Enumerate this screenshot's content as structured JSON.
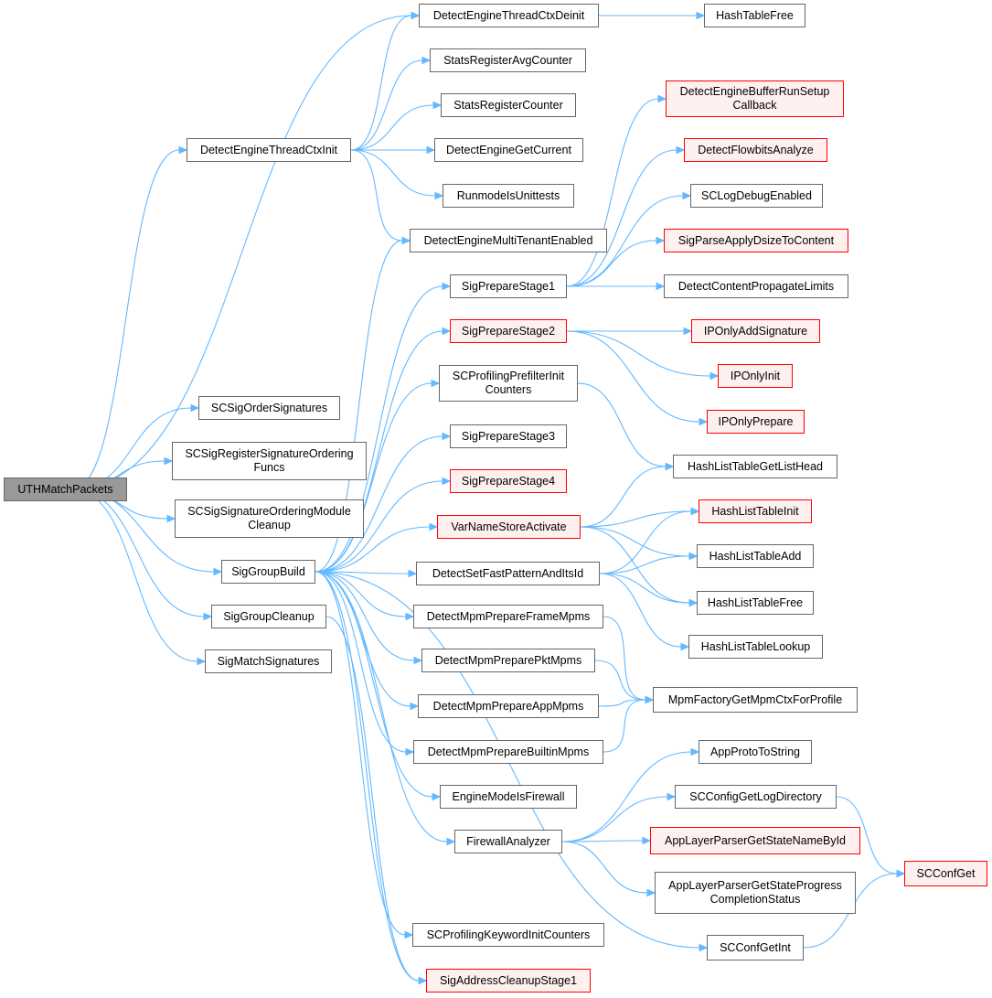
{
  "nodes": [
    {
      "id": "root",
      "label": "UTHMatchPackets",
      "style": "root"
    },
    {
      "id": "dectd",
      "label": "DetectEngineThreadCtxDeinit",
      "style": "normal"
    },
    {
      "id": "htfree",
      "label": "HashTableFree",
      "style": "normal"
    },
    {
      "id": "statsavg",
      "label": "StatsRegisterAvgCounter",
      "style": "normal"
    },
    {
      "id": "bufrun",
      "label": "DetectEngineBufferRunSetup\nCallback",
      "style": "red"
    },
    {
      "id": "statsreg",
      "label": "StatsRegisterCounter",
      "style": "normal"
    },
    {
      "id": "dectinit",
      "label": "DetectEngineThreadCtxInit",
      "style": "normal"
    },
    {
      "id": "getcur",
      "label": "DetectEngineGetCurrent",
      "style": "normal"
    },
    {
      "id": "flowbits",
      "label": "DetectFlowbitsAnalyze",
      "style": "red"
    },
    {
      "id": "rununit",
      "label": "RunmodeIsUnittests",
      "style": "normal"
    },
    {
      "id": "scdebug",
      "label": "SCLogDebugEnabled",
      "style": "normal"
    },
    {
      "id": "multiten",
      "label": "DetectEngineMultiTenantEnabled",
      "style": "normal"
    },
    {
      "id": "dsize",
      "label": "SigParseApplyDsizeToContent",
      "style": "red"
    },
    {
      "id": "stage1",
      "label": "SigPrepareStage1",
      "style": "normal"
    },
    {
      "id": "contprop",
      "label": "DetectContentPropagateLimits",
      "style": "normal"
    },
    {
      "id": "stage2",
      "label": "SigPrepareStage2",
      "style": "red"
    },
    {
      "id": "ipadd",
      "label": "IPOnlyAddSignature",
      "style": "red"
    },
    {
      "id": "ipinit",
      "label": "IPOnlyInit",
      "style": "red"
    },
    {
      "id": "prefilt",
      "label": "SCProfilingPrefilterInit\nCounters",
      "style": "normal"
    },
    {
      "id": "sigorder",
      "label": "SCSigOrderSignatures",
      "style": "normal"
    },
    {
      "id": "ipprep",
      "label": "IPOnlyPrepare",
      "style": "red"
    },
    {
      "id": "stage3",
      "label": "SigPrepareStage3",
      "style": "normal"
    },
    {
      "id": "sigregord",
      "label": "SCSigRegisterSignatureOrdering\nFuncs",
      "style": "normal"
    },
    {
      "id": "hlgethead",
      "label": "HashListTableGetListHead",
      "style": "normal"
    },
    {
      "id": "stage4",
      "label": "SigPrepareStage4",
      "style": "red"
    },
    {
      "id": "sigordclean",
      "label": "SCSigSignatureOrderingModule\nCleanup",
      "style": "normal"
    },
    {
      "id": "hlinit",
      "label": "HashListTableInit",
      "style": "red"
    },
    {
      "id": "varname",
      "label": "VarNameStoreActivate",
      "style": "red"
    },
    {
      "id": "hladd",
      "label": "HashListTableAdd",
      "style": "normal"
    },
    {
      "id": "siggb",
      "label": "SigGroupBuild",
      "style": "normal"
    },
    {
      "id": "fastpat",
      "label": "DetectSetFastPatternAndItsId",
      "style": "normal"
    },
    {
      "id": "hlfree",
      "label": "HashListTableFree",
      "style": "normal"
    },
    {
      "id": "sigclean",
      "label": "SigGroupCleanup",
      "style": "normal"
    },
    {
      "id": "mpmframe",
      "label": "DetectMpmPrepareFrameMpms",
      "style": "normal"
    },
    {
      "id": "hllookup",
      "label": "HashListTableLookup",
      "style": "normal"
    },
    {
      "id": "sigmatch",
      "label": "SigMatchSignatures",
      "style": "normal"
    },
    {
      "id": "mpmpkt",
      "label": "DetectMpmPreparePktMpms",
      "style": "normal"
    },
    {
      "id": "mpmapp",
      "label": "DetectMpmPrepareAppMpms",
      "style": "normal"
    },
    {
      "id": "mpmfact",
      "label": "MpmFactoryGetMpmCtxForProfile",
      "style": "normal"
    },
    {
      "id": "mpmbuilt",
      "label": "DetectMpmPrepareBuiltinMpms",
      "style": "normal"
    },
    {
      "id": "approto",
      "label": "AppProtoToString",
      "style": "normal"
    },
    {
      "id": "firewall",
      "label": "EngineModeIsFirewall",
      "style": "normal"
    },
    {
      "id": "logdir",
      "label": "SCConfigGetLogDirectory",
      "style": "normal"
    },
    {
      "id": "fwanal",
      "label": "FirewallAnalyzer",
      "style": "normal"
    },
    {
      "id": "statename",
      "label": "AppLayerParserGetStateNameById",
      "style": "red"
    },
    {
      "id": "confget",
      "label": "SCConfGet",
      "style": "red"
    },
    {
      "id": "stateprog",
      "label": "AppLayerParserGetStateProgress\nCompletionStatus",
      "style": "normal"
    },
    {
      "id": "kwinit",
      "label": "SCProfilingKeywordInitCounters",
      "style": "normal"
    },
    {
      "id": "confgetint",
      "label": "SCConfGetInt",
      "style": "normal"
    },
    {
      "id": "addrclean",
      "label": "SigAddressCleanupStage1",
      "style": "red"
    }
  ],
  "edges": [
    [
      "root",
      "dectd"
    ],
    [
      "root",
      "dectinit"
    ],
    [
      "root",
      "sigorder"
    ],
    [
      "root",
      "sigregord"
    ],
    [
      "root",
      "sigordclean"
    ],
    [
      "root",
      "siggb"
    ],
    [
      "root",
      "sigclean"
    ],
    [
      "root",
      "sigmatch"
    ],
    [
      "dectd",
      "htfree"
    ],
    [
      "dectinit",
      "dectd"
    ],
    [
      "dectinit",
      "statsavg"
    ],
    [
      "dectinit",
      "statsreg"
    ],
    [
      "dectinit",
      "getcur"
    ],
    [
      "dectinit",
      "rununit"
    ],
    [
      "dectinit",
      "multiten"
    ],
    [
      "siggb",
      "multiten"
    ],
    [
      "siggb",
      "stage1"
    ],
    [
      "siggb",
      "stage2"
    ],
    [
      "siggb",
      "prefilt"
    ],
    [
      "siggb",
      "stage3"
    ],
    [
      "siggb",
      "stage4"
    ],
    [
      "siggb",
      "varname"
    ],
    [
      "siggb",
      "fastpat"
    ],
    [
      "siggb",
      "mpmframe"
    ],
    [
      "siggb",
      "mpmpkt"
    ],
    [
      "siggb",
      "mpmapp"
    ],
    [
      "siggb",
      "mpmbuilt"
    ],
    [
      "siggb",
      "firewall"
    ],
    [
      "siggb",
      "fwanal"
    ],
    [
      "siggb",
      "kwinit"
    ],
    [
      "siggb",
      "addrclean"
    ],
    [
      "siggb",
      "confgetint"
    ],
    [
      "stage1",
      "bufrun"
    ],
    [
      "stage1",
      "flowbits"
    ],
    [
      "stage1",
      "scdebug"
    ],
    [
      "stage1",
      "dsize"
    ],
    [
      "stage1",
      "contprop"
    ],
    [
      "stage2",
      "ipadd"
    ],
    [
      "stage2",
      "ipinit"
    ],
    [
      "stage2",
      "ipprep"
    ],
    [
      "prefilt",
      "hlgethead"
    ],
    [
      "varname",
      "hlgethead"
    ],
    [
      "varname",
      "hlinit"
    ],
    [
      "varname",
      "hladd"
    ],
    [
      "varname",
      "hlfree"
    ],
    [
      "fastpat",
      "hlinit"
    ],
    [
      "fastpat",
      "hladd"
    ],
    [
      "fastpat",
      "hlfree"
    ],
    [
      "fastpat",
      "hllookup"
    ],
    [
      "mpmframe",
      "mpmfact"
    ],
    [
      "mpmpkt",
      "mpmfact"
    ],
    [
      "mpmapp",
      "mpmfact"
    ],
    [
      "mpmbuilt",
      "mpmfact"
    ],
    [
      "fwanal",
      "approto"
    ],
    [
      "fwanal",
      "logdir"
    ],
    [
      "fwanal",
      "statename"
    ],
    [
      "fwanal",
      "stateprog"
    ],
    [
      "logdir",
      "confget"
    ],
    [
      "confgetint",
      "confget"
    ],
    [
      "sigclean",
      "addrclean"
    ]
  ]
}
